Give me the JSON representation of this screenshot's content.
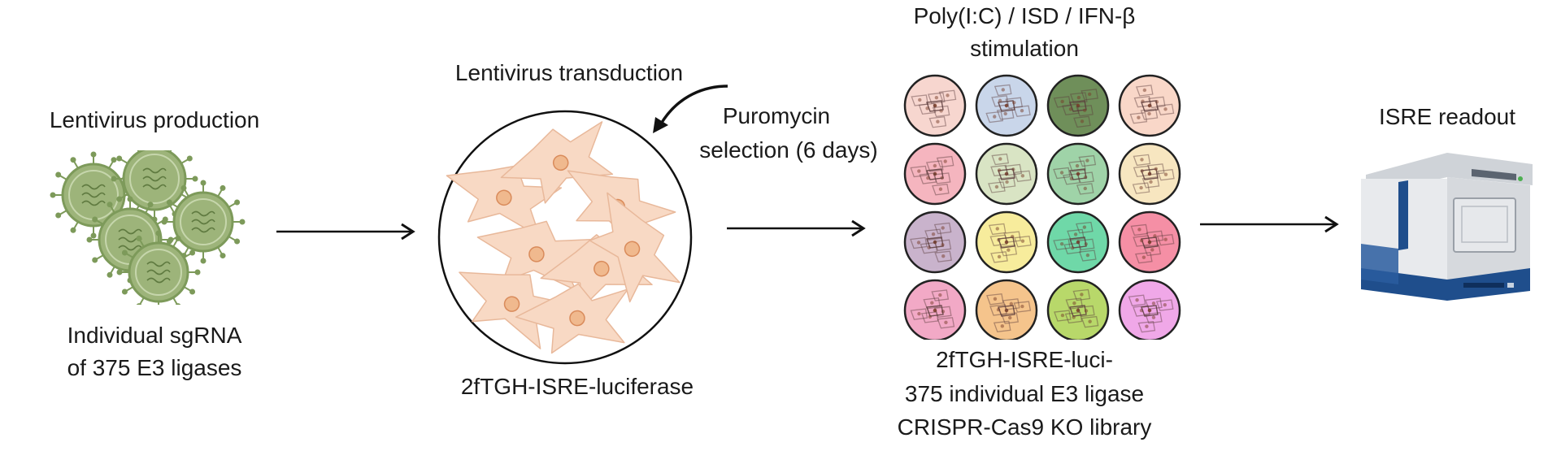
{
  "steps": {
    "production": {
      "title": "Lentivirus production",
      "caption_line1": "Individual sgRNA",
      "caption_line2": "of 375 E3 ligases"
    },
    "transduction": {
      "title": "Lentivirus transduction",
      "caption": "2fTGH-ISRE-luciferase",
      "selection_line1": "Puromycin",
      "selection_line2": "selection (6 days)"
    },
    "stimulation": {
      "title_line1": "Poly(I:C) / ISD / IFN-β",
      "title_line2": "stimulation",
      "caption_line1": "2fTGH-ISRE-luci-",
      "caption_line2": "375 individual E3 ligase",
      "caption_line3": "CRISPR-Cas9 KO library"
    },
    "readout": {
      "title": "ISRE readout"
    }
  },
  "colors": {
    "virus": "#9db47a",
    "virus_dark": "#7d9a5a",
    "cell": "#f8d9c4",
    "nucleus": "#f0b98e",
    "arrow": "#111111",
    "reader_blue": "#1f4e8c",
    "reader_body": "#e3e5e8",
    "well_colors": [
      "#f7d6cf",
      "#c9d6ea",
      "#6f8f5a",
      "#f9d7c8",
      "#f5b5bf",
      "#d9e4c4",
      "#9fd3a8",
      "#f7e6c0",
      "#c9b3cc",
      "#f7ec9c",
      "#6fd8a8",
      "#f58fa5",
      "#f2a9c6",
      "#f5c48c",
      "#b8d86a",
      "#f0a8e8"
    ]
  }
}
